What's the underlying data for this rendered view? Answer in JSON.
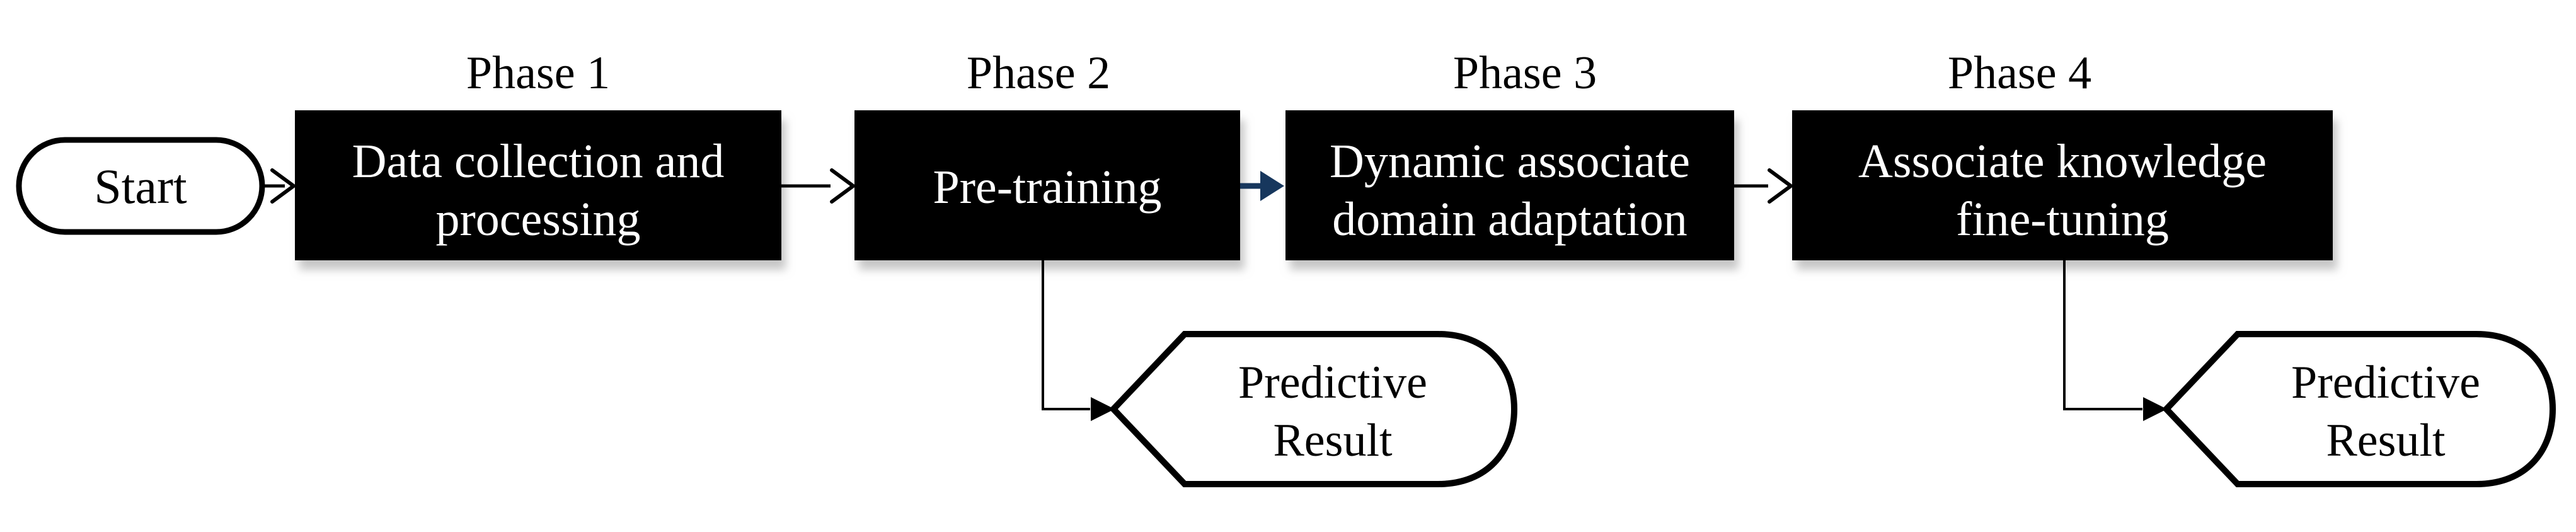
{
  "diagram": {
    "type": "flowchart",
    "background": "#ffffff",
    "colors": {
      "node_fill": "#000000",
      "node_text": "#ffffff",
      "outline": "#000000",
      "accent_arrow": "#17375d",
      "shadow": "#999999"
    },
    "start": {
      "label": "Start"
    },
    "phases": [
      {
        "title": "Phase 1",
        "lines": [
          "Data collection and",
          "processing"
        ]
      },
      {
        "title": "Phase 2",
        "lines": [
          "Pre-training"
        ]
      },
      {
        "title": "Phase 3",
        "lines": [
          "Dynamic associate",
          "domain adaptation"
        ]
      },
      {
        "title": "Phase 4",
        "lines": [
          "Associate knowledge",
          "fine-tuning"
        ]
      }
    ],
    "results": [
      {
        "lines": [
          "Predictive",
          "Result"
        ]
      },
      {
        "lines": [
          "Predictive",
          "Result"
        ]
      }
    ]
  }
}
